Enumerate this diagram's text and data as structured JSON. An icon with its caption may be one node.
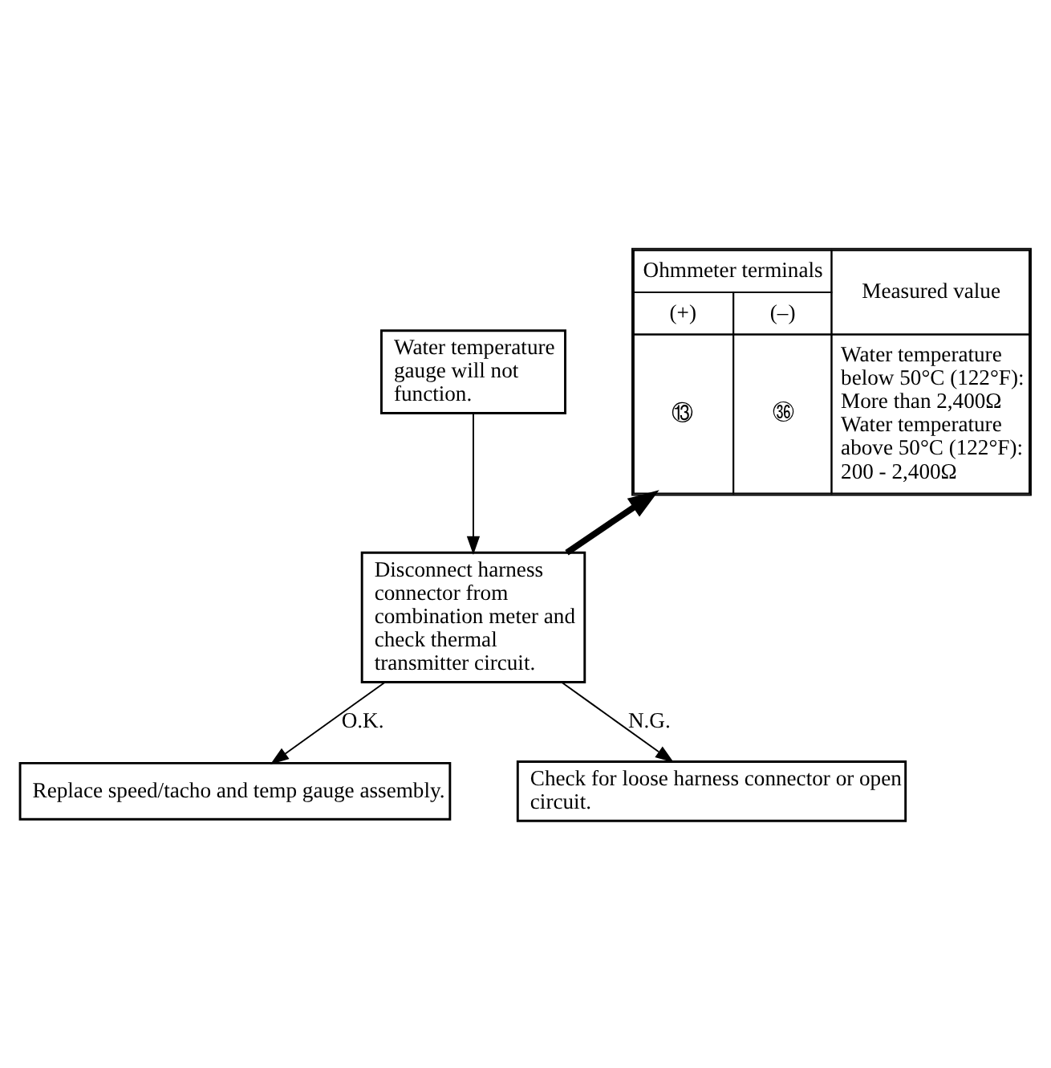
{
  "diagram": {
    "nodes": [
      {
        "text": [
          "Water temperature gauge will not function."
        ]
      },
      {
        "text": [
          "Ohmmeter terminals",
          "(+)",
          "(–)",
          "Measured value",
          "⑬",
          "㊱",
          "Water temperature below 50°C (122°F): More than 2,400Ω",
          "Water temperature above 50°C (122°F): 200 - 2,400Ω"
        ]
      },
      {
        "text": [
          "Disconnect harness connector from combination meter and check thermal transmitter circuit."
        ]
      },
      {
        "text": [
          "Replace speed/tacho and temp gauge assembly."
        ]
      },
      {
        "text": [
          "Check for loose harness connector or open circuit."
        ]
      }
    ],
    "edges": [
      {
        "from": 0,
        "to": 2,
        "arrow": "to"
      },
      {
        "from": 2,
        "to": 1,
        "arrow": "to",
        "style": "thick"
      },
      {
        "from": 2,
        "to": 3,
        "arrow": "to",
        "label": "O.K."
      },
      {
        "from": 2,
        "to": 4,
        "arrow": "to",
        "label": "N.G."
      }
    ]
  }
}
